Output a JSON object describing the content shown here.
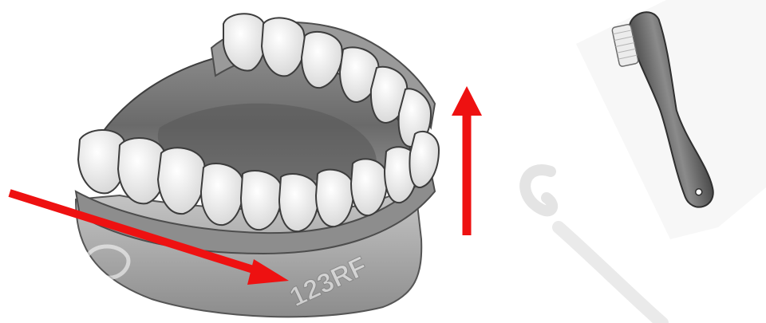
{
  "figure": {
    "subject": "jaw-with-teeth",
    "tool": "toothbrush",
    "watermark_text": "123RF",
    "arrows": [
      {
        "name": "diagonal-arrow",
        "color": "#ee1111"
      },
      {
        "name": "up-arrow",
        "color": "#ee1111"
      }
    ],
    "colors": {
      "gum_dark": "#6d6d6d",
      "gum_light": "#b9b9b9",
      "tooth": "#f4f4f4",
      "brush_handle": "#6a6a6a",
      "arrow": "#ee1111"
    }
  }
}
